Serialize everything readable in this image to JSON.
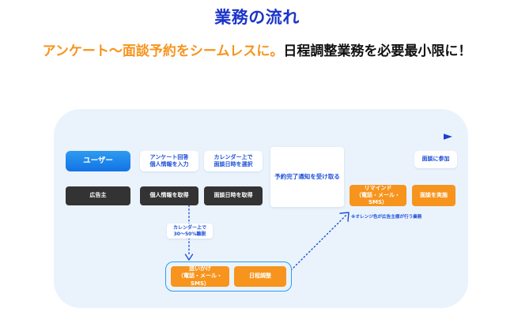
{
  "header": {
    "title": "業務の流れ",
    "subtitle_highlight": "アンケート〜面談予約をシームレスに。",
    "subtitle_rest": "日程調整業務を必要最小限に！",
    "title_color": "#1b34c9",
    "highlight_color": "#f7941d",
    "rest_color": "#111111"
  },
  "diagram": {
    "panel_color": "#eaf3fc",
    "arrow": {
      "name": "flow-direction-arrow",
      "from_color": "#24c0fb",
      "to_color": "#1b3fd0"
    },
    "user_row": {
      "actor": "ユーザー",
      "actor_color": "#1273e6",
      "steps": [
        {
          "line1": "アンケート回答",
          "line2": "個人情報を入力"
        },
        {
          "line1": "カレンダー上で",
          "line2": "面談日時を選択"
        }
      ],
      "notify": "予約完了通知を受け取る",
      "join": "面談に参加"
    },
    "advertiser_row": {
      "actor": "広告主",
      "steps": [
        "個人情報を取得",
        "面談日時を取得"
      ],
      "dark_color": "#333333",
      "orange_color": "#f7941d",
      "remind": {
        "line1": "リマインド",
        "line2": "（電話・メール・SMS）"
      },
      "conduct": "面談を実施"
    },
    "dropoff_tag": {
      "line1": "カレンダー上で",
      "line2": "30〜50%離脱"
    },
    "followup_group": [
      {
        "line1": "追いかけ",
        "line2": "（電話・メール・SMS）"
      },
      {
        "line1": "日程調整",
        "line2": ""
      }
    ],
    "note": "※オレンジ色が広告主様が行う業務"
  }
}
